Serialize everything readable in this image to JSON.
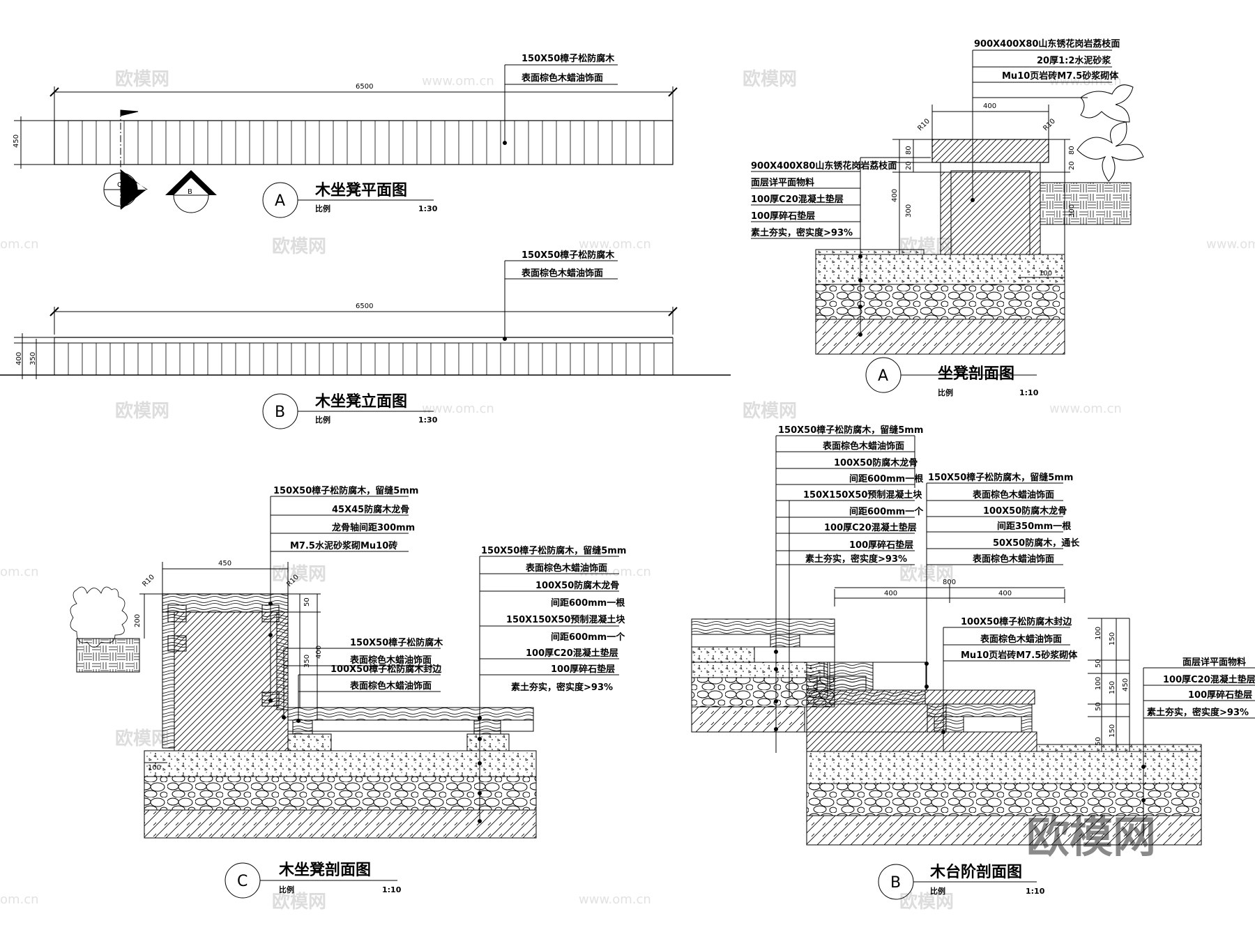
{
  "watermark": {
    "brand": "欧模网",
    "url": "www.om.cn",
    "domain_fragment": "om.cn"
  },
  "views": {
    "plan": {
      "marker": "A",
      "title": "木坐凳平面图",
      "scale_label": "比例",
      "scale": "1:30",
      "dim_length": "6500",
      "dim_width": "450",
      "note1": "150X50樟子松防腐木",
      "note2": "表面棕色木蜡油饰面",
      "section_c": "C",
      "section_b": "B"
    },
    "elevation": {
      "marker": "B",
      "title": "木坐凳立面图",
      "scale_label": "比例",
      "scale": "1:30",
      "dim_length": "6500",
      "dim_height": "400",
      "dim_height2": "350",
      "note1": "150X50樟子松防腐木",
      "note2": "表面棕色木蜡油饰面"
    },
    "seat_section": {
      "marker": "A",
      "title": "坐凳剖面图",
      "scale_label": "比例",
      "scale": "1:10",
      "top_notes": [
        "900X400X80山东锈花岗岩荔枝面",
        "20厚1:2水泥砂浆",
        "Mu10页岩砖M7.5砂浆砌体"
      ],
      "left_notes": [
        "900X400X80山东锈花岗岩荔枝面",
        "面层详平面物料",
        "100厚C20混凝土垫层",
        "100厚碎石垫层",
        "素土夯实，密实度>93%"
      ],
      "dims": {
        "width": "400",
        "r_left": "R10",
        "r_right": "R10",
        "h80": "80",
        "h20": "20",
        "h400": "400",
        "h300": "300",
        "right80": "80",
        "right20": "20",
        "right300": "300",
        "base100": "100"
      }
    },
    "bench_section": {
      "marker": "C",
      "title": "木坐凳剖面图",
      "scale_label": "比例",
      "scale": "1:10",
      "top_notes": [
        "150X50樟子松防腐木，留缝5mm",
        "45X45防腐木龙骨",
        "龙骨轴间距300mm",
        "M7.5水泥砂浆砌Mu10砖"
      ],
      "mid_notes": [
        "150X50樟子松防腐木",
        "表面棕色木蜡油饰面",
        "100X50樟子松防腐木封边",
        "表面棕色木蜡油饰面"
      ],
      "right_notes": [
        "150X50樟子松防腐木，留缝5mm",
        "表面棕色木蜡油饰面",
        "100X50防腐木龙骨",
        "间距600mm一根",
        "150X150X50预制混凝土块",
        "间距600mm一个",
        "100厚C20混凝土垫层",
        "100厚碎石垫层",
        "素土夯实，密实度>93%"
      ],
      "dims": {
        "width": "450",
        "r_left": "R10",
        "r_right": "R10",
        "h50": "50",
        "h400": "400",
        "h350": "350",
        "h200": "200",
        "base100": "100"
      }
    },
    "deck_section": {
      "marker": "B",
      "title": "木台阶剖面图",
      "scale_label": "比例",
      "scale": "1:10",
      "left_notes": [
        "150X50樟子松防腐木，留缝5mm",
        "表面棕色木蜡油饰面",
        "100X50防腐木龙骨",
        "间距600mm一根",
        "150X150X50预制混凝土块",
        "间距600mm一个",
        "100厚C20混凝土垫层",
        "100厚碎石垫层",
        "素土夯实，密实度>93%"
      ],
      "right_notes": [
        "150X50樟子松防腐木，留缝5mm",
        "表面棕色木蜡油饰面",
        "100X50防腐木龙骨",
        "间距350mm一根",
        "50X50防腐木，通长",
        "表面棕色木蜡油饰面"
      ],
      "mid_notes": [
        "100X50樟子松防腐木封边",
        "表面棕色木蜡油饰面",
        "Mu10页岩砖M7.5砂浆砌体"
      ],
      "far_notes": [
        "面层详平面物料",
        "100厚C20混凝土垫层",
        "100厚碎石垫层",
        "素土夯实，密实度>93%"
      ],
      "dims": {
        "total": "800",
        "half_a": "400",
        "half_b": "400",
        "v100a": "100",
        "v150a": "150",
        "v50a": "50",
        "v100b": "100",
        "v150b": "150",
        "v50b": "50",
        "v150c": "150",
        "v50c": "50",
        "v450": "450"
      }
    }
  }
}
